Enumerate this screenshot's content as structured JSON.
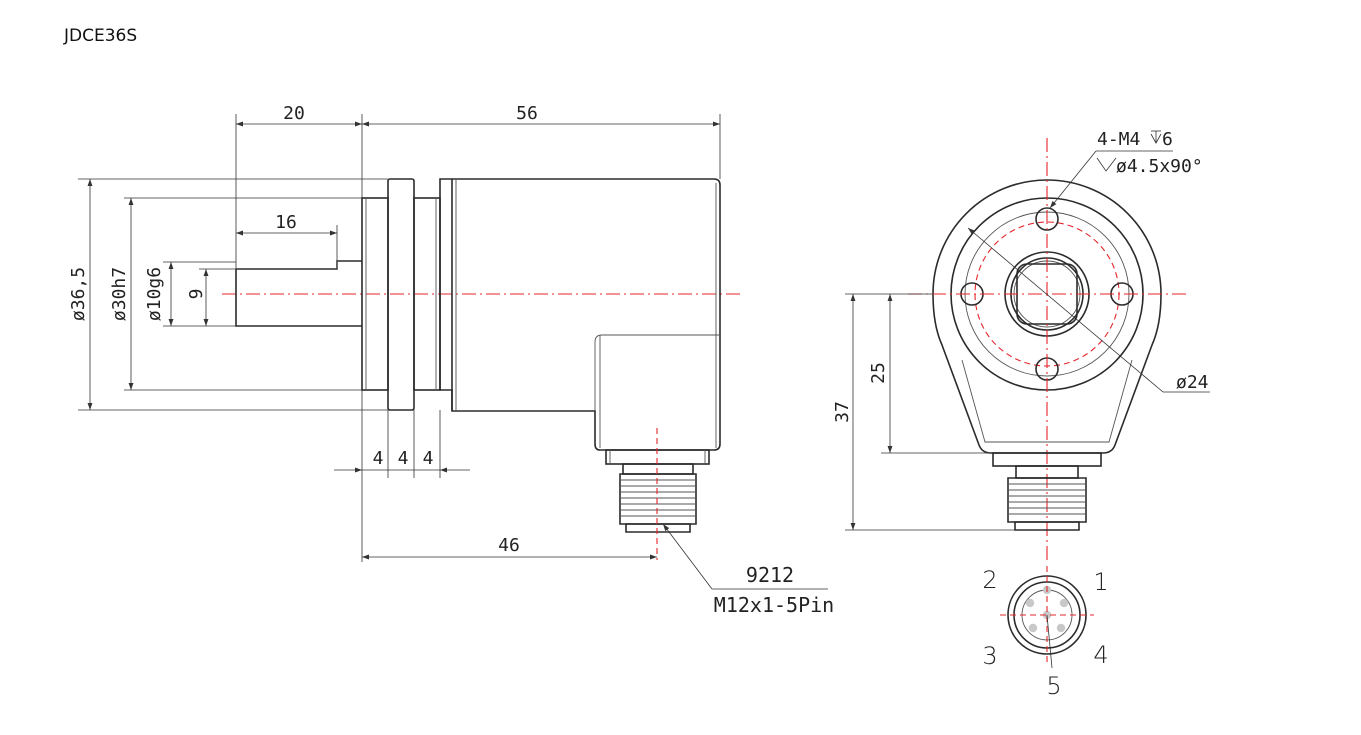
{
  "title": "JDCE36S",
  "dimensions": {
    "total_shaft": "20",
    "body_length": "56",
    "shaft_len": "16",
    "dia_outer": "ø36,5",
    "dia_pilot": "ø30h7",
    "dia_shaft": "ø10g6",
    "flat": "9",
    "gap1": "4",
    "gap2": "4",
    "gap3": "4",
    "connector_offset": "46",
    "conn_height": "37",
    "center_height": "25",
    "pcd": "ø24",
    "holes_line1": "4-M4",
    "holes_depth": "6",
    "holes_line2": "ø4.5x90°"
  },
  "connector": {
    "code": "9212",
    "spec": "M12x1-5Pin"
  },
  "pins": {
    "p1": "1",
    "p2": "2",
    "p3": "3",
    "p4": "4",
    "p5": "5"
  }
}
